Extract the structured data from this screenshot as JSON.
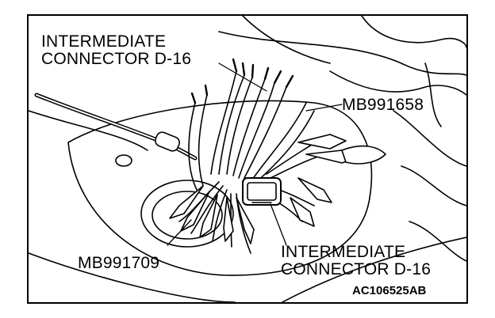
{
  "labels": {
    "top_left_line1": "INTERMEDIATE",
    "top_left_line2": "CONNECTOR D-16",
    "right_tool": "MB991658",
    "bottom_left_tool": "MB991709",
    "bottom_right_line1": "INTERMEDIATE",
    "bottom_right_line2": "CONNECTOR D-16",
    "figure_code": "AC106525AB"
  },
  "colors": {
    "ink": "#000000",
    "paper": "#ffffff"
  }
}
